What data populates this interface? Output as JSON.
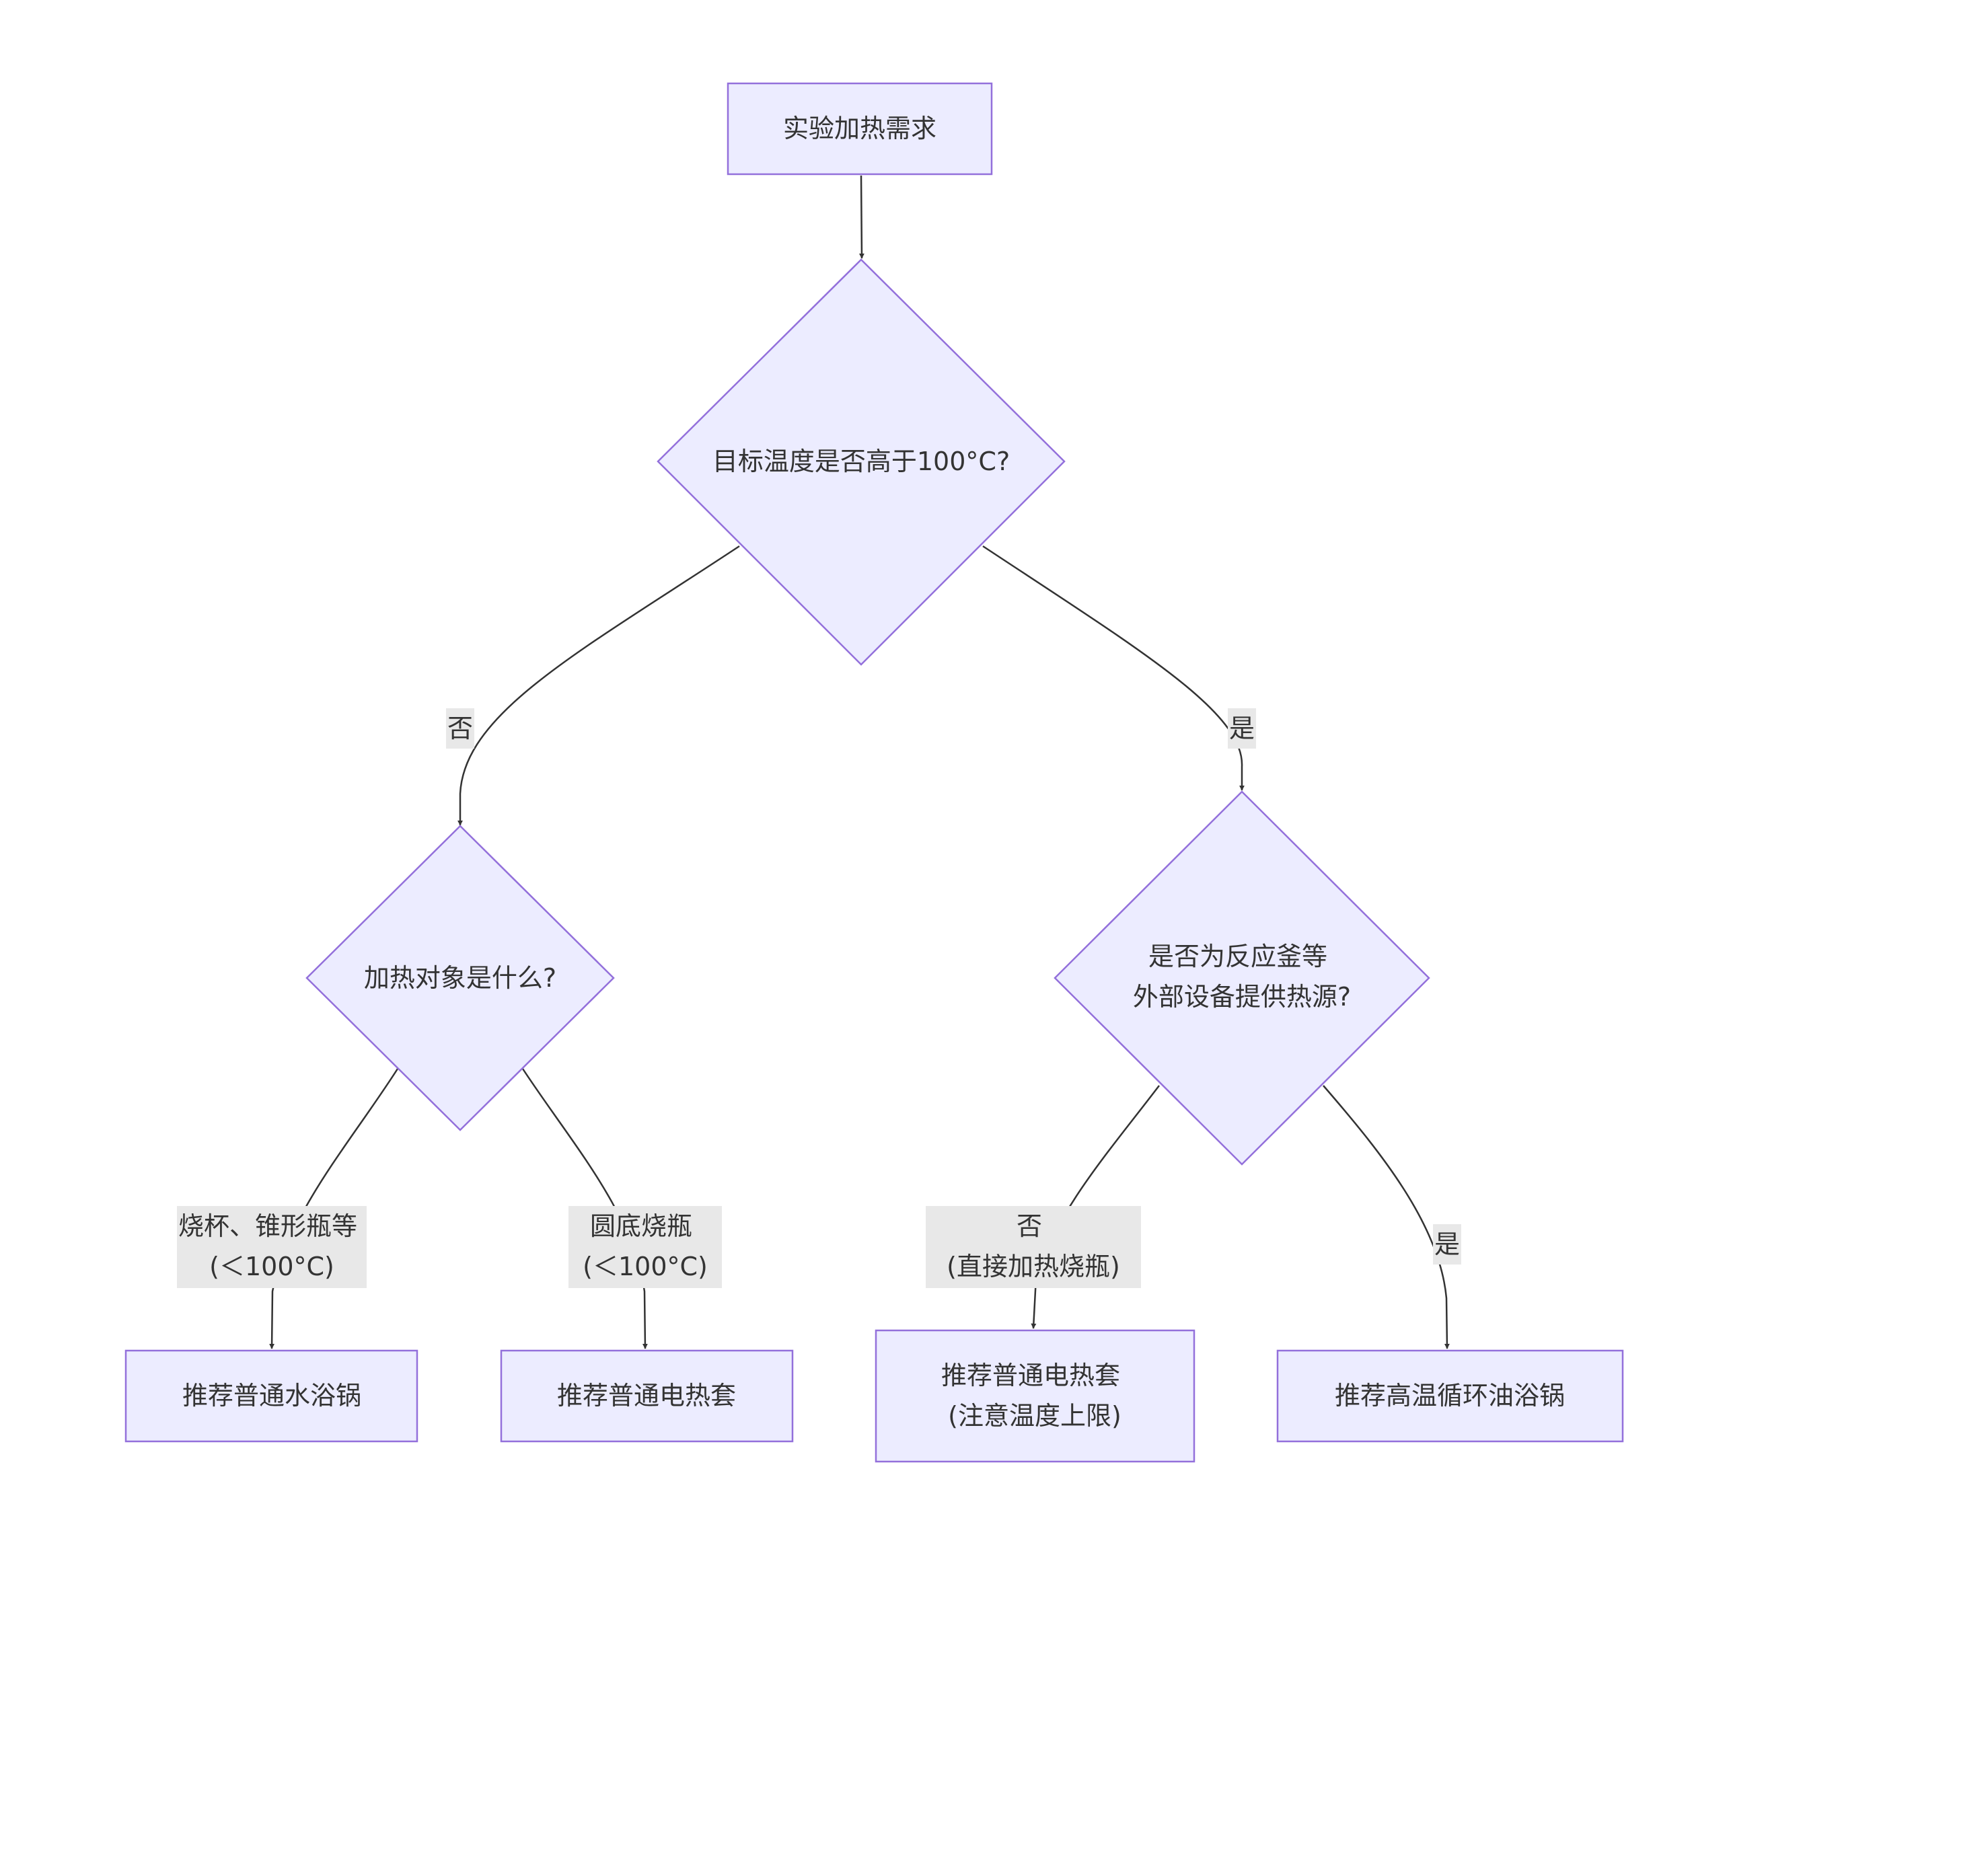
{
  "diagram": {
    "type": "flowchart",
    "colors": {
      "node_fill": "#ececff",
      "node_stroke": "#9370db",
      "edge": "#333333",
      "label_bg": "#e8e8e8",
      "text": "#333333"
    },
    "nodes": {
      "start": {
        "shape": "rect",
        "lines": [
          "实验加热需求"
        ]
      },
      "temp_check": {
        "shape": "diamond",
        "lines": [
          "目标温度是否高于100°C?"
        ]
      },
      "object_check": {
        "shape": "diamond",
        "lines": [
          "加热对象是什么?"
        ]
      },
      "external_check": {
        "shape": "diamond",
        "lines": [
          "是否为反应釜等",
          "外部设备提供热源?"
        ]
      },
      "water_bath": {
        "shape": "rect",
        "lines": [
          "推荐普通水浴锅"
        ]
      },
      "mantle": {
        "shape": "rect",
        "lines": [
          "推荐普通电热套"
        ]
      },
      "mantle_limit": {
        "shape": "rect",
        "lines": [
          "推荐普通电热套",
          "(注意温度上限)"
        ]
      },
      "oil_bath": {
        "shape": "rect",
        "lines": [
          "推荐高温循环油浴锅"
        ]
      }
    },
    "edges": {
      "start_to_temp": {
        "from": "start",
        "to": "temp_check",
        "lines": []
      },
      "temp_no": {
        "from": "temp_check",
        "to": "object_check",
        "lines": [
          "否"
        ]
      },
      "temp_yes": {
        "from": "temp_check",
        "to": "external_check",
        "lines": [
          "是"
        ]
      },
      "object_beaker": {
        "from": "object_check",
        "to": "water_bath",
        "lines": [
          "烧杯、锥形瓶等",
          "(＜100°C)"
        ]
      },
      "object_flask": {
        "from": "object_check",
        "to": "mantle",
        "lines": [
          "圆底烧瓶",
          "(＜100°C)"
        ]
      },
      "external_no": {
        "from": "external_check",
        "to": "mantle_limit",
        "lines": [
          "否",
          "(直接加热烧瓶)"
        ]
      },
      "external_yes": {
        "from": "external_check",
        "to": "oil_bath",
        "lines": [
          "是"
        ]
      }
    }
  }
}
